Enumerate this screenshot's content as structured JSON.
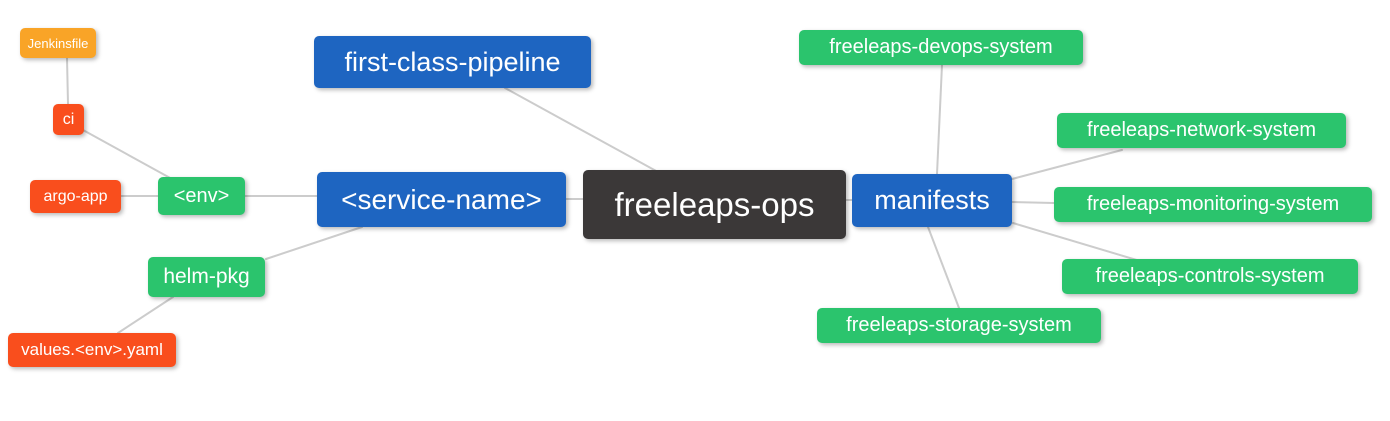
{
  "mindmap": {
    "root": "freeleaps_ops",
    "nodes": {
      "jenkinsfile": {
        "label": "Jenkinsfile",
        "color": "#F9A427",
        "level": "leaf"
      },
      "ci": {
        "label": "ci",
        "color": "#F94E1D",
        "level": "leaf"
      },
      "argo_app": {
        "label": "argo-app",
        "color": "#F94E1D",
        "level": "leaf"
      },
      "env": {
        "label": "<env>",
        "color": "#2BC46D",
        "level": "branch"
      },
      "first_class_pipeline": {
        "label": "first-class-pipeline",
        "color": "#1E65C1",
        "level": "branch"
      },
      "service_name": {
        "label": "<service-name>",
        "color": "#1E65C1",
        "level": "branch"
      },
      "helm_pkg": {
        "label": "helm-pkg",
        "color": "#2BC46D",
        "level": "branch"
      },
      "values_env_yaml": {
        "label": "values.<env>.yaml",
        "color": "#F94E1D",
        "level": "leaf"
      },
      "freeleaps_ops": {
        "label": "freeleaps-ops",
        "color": "#3B3838",
        "level": "root"
      },
      "manifests": {
        "label": "manifests",
        "color": "#1E65C1",
        "level": "branch"
      },
      "devops_system": {
        "label": "freeleaps-devops-system",
        "color": "#2BC46D",
        "level": "leaf"
      },
      "network_system": {
        "label": "freeleaps-network-system",
        "color": "#2BC46D",
        "level": "leaf"
      },
      "monitoring_system": {
        "label": "freeleaps-monitoring-system",
        "color": "#2BC46D",
        "level": "leaf"
      },
      "controls_system": {
        "label": "freeleaps-controls-system",
        "color": "#2BC46D",
        "level": "leaf"
      },
      "storage_system": {
        "label": "freeleaps-storage-system",
        "color": "#2BC46D",
        "level": "leaf"
      }
    },
    "edges": [
      {
        "from": "jenkinsfile",
        "to": "ci"
      },
      {
        "from": "ci",
        "to": "env"
      },
      {
        "from": "argo_app",
        "to": "env"
      },
      {
        "from": "env",
        "to": "service_name"
      },
      {
        "from": "helm_pkg",
        "to": "service_name"
      },
      {
        "from": "values_env_yaml",
        "to": "helm_pkg"
      },
      {
        "from": "first_class_pipeline",
        "to": "freeleaps_ops"
      },
      {
        "from": "service_name",
        "to": "freeleaps_ops"
      },
      {
        "from": "freeleaps_ops",
        "to": "manifests"
      },
      {
        "from": "manifests",
        "to": "devops_system"
      },
      {
        "from": "manifests",
        "to": "network_system"
      },
      {
        "from": "manifests",
        "to": "monitoring_system"
      },
      {
        "from": "manifests",
        "to": "controls_system"
      },
      {
        "from": "manifests",
        "to": "storage_system"
      }
    ],
    "palette": {
      "blue": "#1E65C1",
      "green": "#2BC46D",
      "red_orange": "#F94E1D",
      "orange": "#F9A427",
      "dark": "#3B3838",
      "edge_line": "#CCCCCC",
      "node_text": "#FFFFFF",
      "background": "#FFFFFF"
    }
  }
}
